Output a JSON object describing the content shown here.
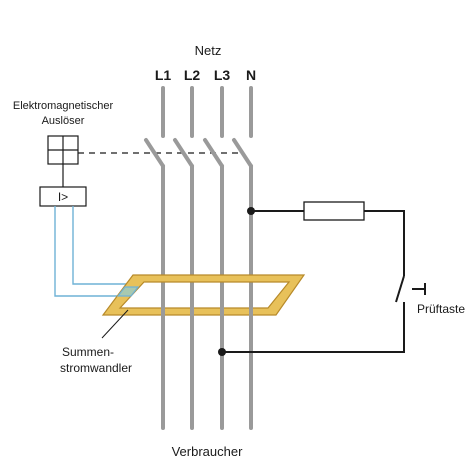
{
  "network": {
    "title": "Netz",
    "conductors": [
      "L1",
      "L2",
      "L3",
      "N"
    ]
  },
  "trip_device": {
    "label_line1": "Elektromagnetischer",
    "label_line2": "Auslöser",
    "relay_symbol": "I>"
  },
  "transformer": {
    "label_line1": "Summen-",
    "label_line2": "stromwandler"
  },
  "test_circuit": {
    "button_label": "Prüftaste"
  },
  "load": {
    "label": "Verbraucher"
  },
  "colors": {
    "conductor": "#9a9a9a",
    "wire": "#1a1a1a",
    "core_fill": "#e8c15a",
    "core_stroke": "#b78a2a",
    "sense_wire": "#6fb2d6"
  }
}
